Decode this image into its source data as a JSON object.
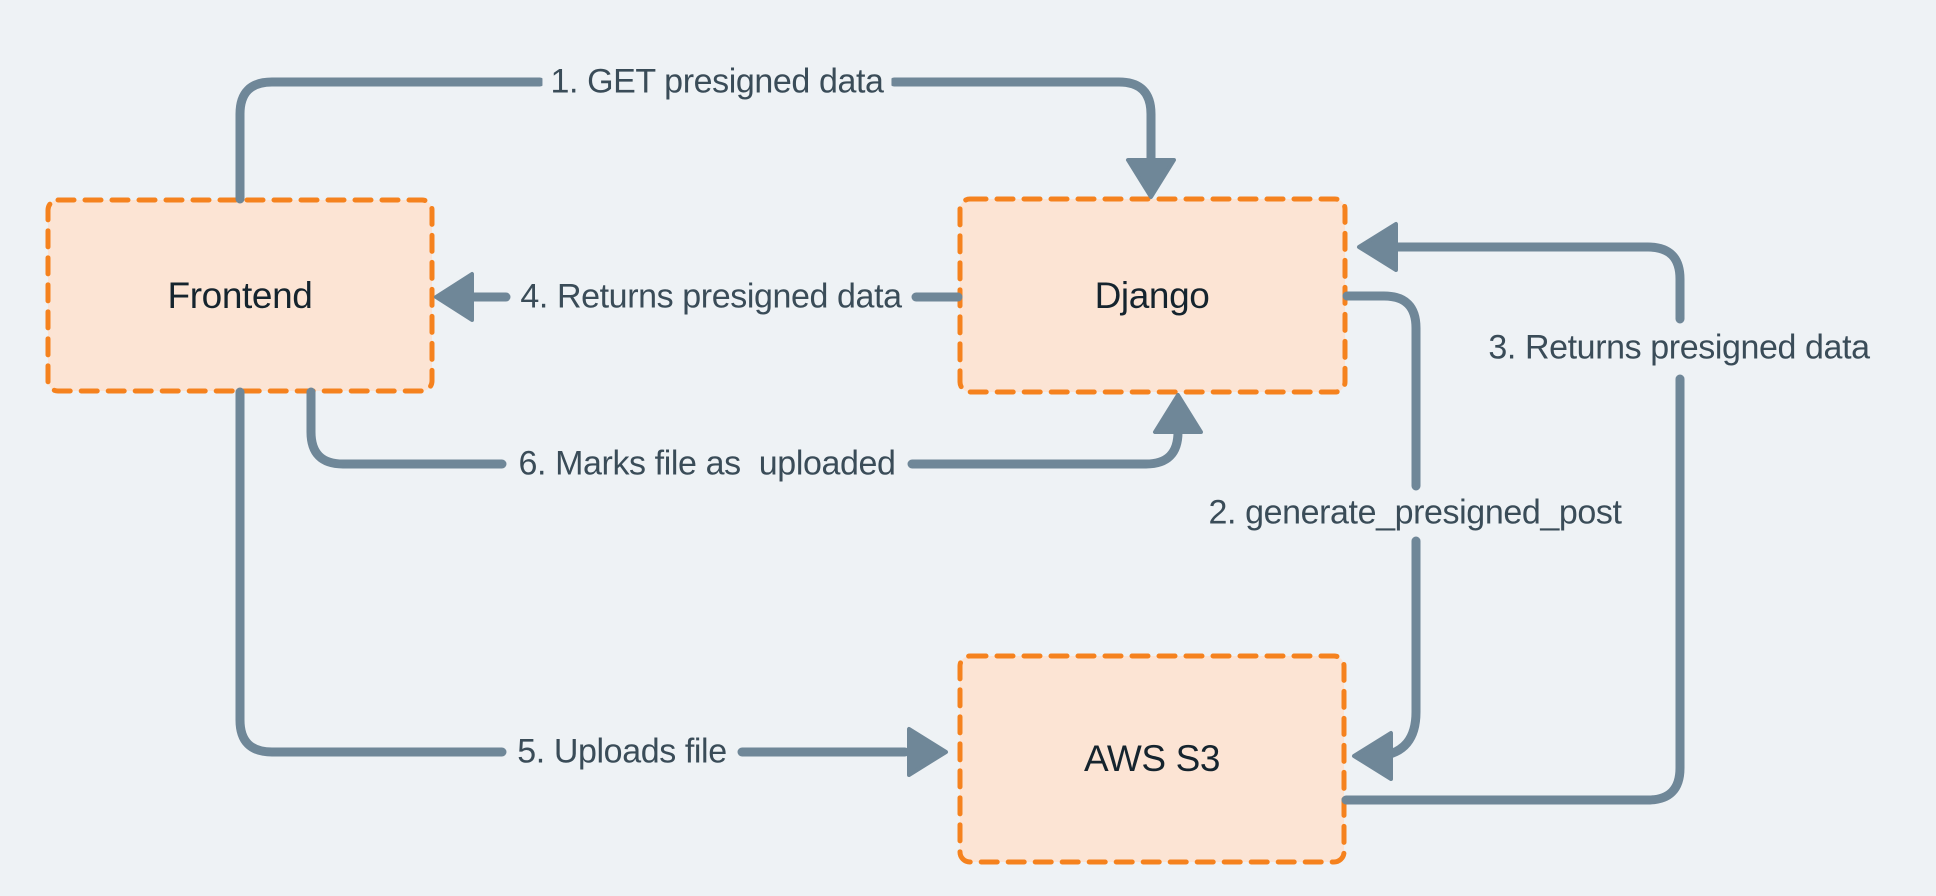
{
  "diagram": {
    "colors": {
      "background": "#eef2f5",
      "node_fill": "#fce4d4",
      "node_border": "#f5821e",
      "line": "#6f8798",
      "edge_label_text": "#3a4c58",
      "node_label_text": "#15242e"
    },
    "nodes": {
      "frontend": {
        "label": "Frontend"
      },
      "django": {
        "label": "Django"
      },
      "aws_s3": {
        "label": "AWS S3"
      }
    },
    "edges": {
      "get_presigned": {
        "label": "1. GET presigned data",
        "from": "Frontend",
        "to": "Django"
      },
      "generate_presigned_post": {
        "label": "2. generate_presigned_post",
        "from": "Django",
        "to": "AWS S3"
      },
      "returns_presigned_to_django": {
        "label": "3. Returns presigned data",
        "from": "AWS S3",
        "to": "Django"
      },
      "returns_presigned_to_frontend": {
        "label": "4. Returns presigned data",
        "from": "Django",
        "to": "Frontend"
      },
      "uploads_file": {
        "label": "5. Uploads file",
        "from": "Frontend",
        "to": "AWS S3"
      },
      "marks_uploaded": {
        "label": "6. Marks file as  uploaded",
        "from": "Frontend",
        "to": "Django"
      }
    }
  }
}
